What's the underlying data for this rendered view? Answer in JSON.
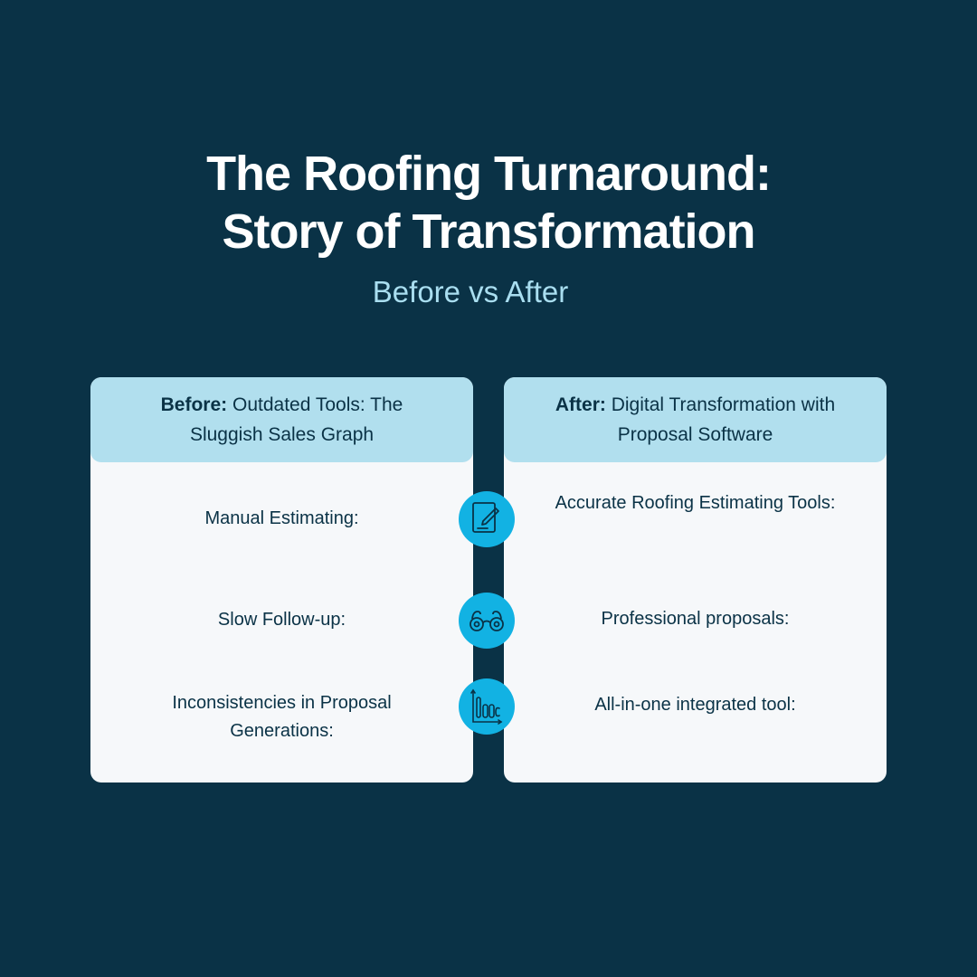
{
  "title_line1": "The Roofing Turnaround:",
  "title_line2": "Story of Transformation",
  "subtitle": "Before vs After",
  "before": {
    "label": "Before:",
    "heading": "Outdated Tools: The Sluggish Sales Graph",
    "items": [
      "Manual Estimating:",
      "Slow Follow-up:",
      "Inconsistencies in Proposal Generations:"
    ]
  },
  "after": {
    "label": "After:",
    "heading": "Digital Transformation with Proposal Software",
    "items": [
      "Accurate Roofing Estimating Tools:",
      "Professional proposals:",
      "All-in-one integrated tool:"
    ]
  },
  "icons": [
    "document-edit-icon",
    "binoculars-icon",
    "bar-chart-icon"
  ],
  "colors": {
    "background": "#0a3246",
    "accent": "#12b2e3",
    "header": "#b1dfee"
  }
}
